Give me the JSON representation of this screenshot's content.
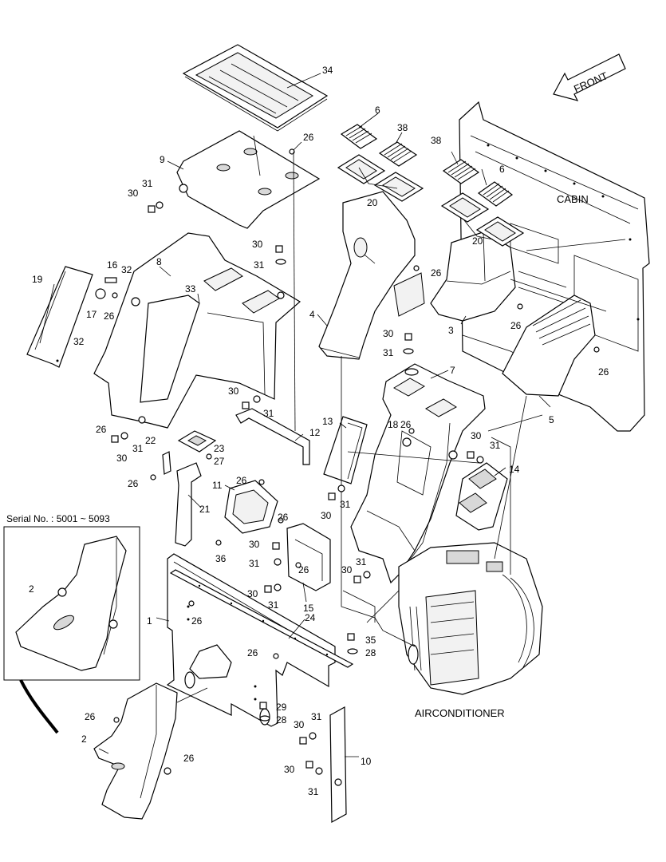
{
  "labels": {
    "front": "FRONT",
    "cabin": "CABIN",
    "airconditioner": "AIRCONDITIONER",
    "serial": "Serial No. : 5001 ~ 5093"
  },
  "callouts": [
    {
      "id": "c34",
      "text": "34"
    },
    {
      "id": "c6a",
      "text": "6"
    },
    {
      "id": "c38a",
      "text": "38"
    },
    {
      "id": "c26a",
      "text": "26"
    },
    {
      "id": "c9",
      "text": "9"
    },
    {
      "id": "c31a",
      "text": "31"
    },
    {
      "id": "c30a",
      "text": "30"
    },
    {
      "id": "c38b",
      "text": "38"
    },
    {
      "id": "c6b",
      "text": "6"
    },
    {
      "id": "c20a",
      "text": "20"
    },
    {
      "id": "c20b",
      "text": "20"
    },
    {
      "id": "c30b",
      "text": "30"
    },
    {
      "id": "c31b",
      "text": "31"
    },
    {
      "id": "c8",
      "text": "8"
    },
    {
      "id": "c16",
      "text": "16"
    },
    {
      "id": "c32a",
      "text": "32"
    },
    {
      "id": "c19",
      "text": "19"
    },
    {
      "id": "c33",
      "text": "33"
    },
    {
      "id": "c17",
      "text": "17"
    },
    {
      "id": "c26b",
      "text": "26"
    },
    {
      "id": "c26c",
      "text": "26"
    },
    {
      "id": "c4",
      "text": "4"
    },
    {
      "id": "c3",
      "text": "3"
    },
    {
      "id": "c26d",
      "text": "26"
    },
    {
      "id": "c30c",
      "text": "30"
    },
    {
      "id": "c31c",
      "text": "31"
    },
    {
      "id": "c26e",
      "text": "26"
    },
    {
      "id": "c32b",
      "text": "32"
    },
    {
      "id": "c7",
      "text": "7"
    },
    {
      "id": "c5",
      "text": "5"
    },
    {
      "id": "c30d",
      "text": "30"
    },
    {
      "id": "c31d",
      "text": "31"
    },
    {
      "id": "c12",
      "text": "12"
    },
    {
      "id": "c13",
      "text": "13"
    },
    {
      "id": "c18",
      "text": "18"
    },
    {
      "id": "c26f",
      "text": "26"
    },
    {
      "id": "c26g",
      "text": "26"
    },
    {
      "id": "c30e",
      "text": "30"
    },
    {
      "id": "c31e",
      "text": "31"
    },
    {
      "id": "c22",
      "text": "22"
    },
    {
      "id": "c23",
      "text": "23"
    },
    {
      "id": "c27",
      "text": "27"
    },
    {
      "id": "c30f",
      "text": "30"
    },
    {
      "id": "c31f",
      "text": "31"
    },
    {
      "id": "c26h",
      "text": "26"
    },
    {
      "id": "c11",
      "text": "11"
    },
    {
      "id": "c26i",
      "text": "26"
    },
    {
      "id": "c21",
      "text": "21"
    },
    {
      "id": "c30g",
      "text": "30"
    },
    {
      "id": "c31g",
      "text": "31"
    },
    {
      "id": "c14",
      "text": "14"
    },
    {
      "id": "c26j",
      "text": "26"
    },
    {
      "id": "c30h",
      "text": "30"
    },
    {
      "id": "c36",
      "text": "36"
    },
    {
      "id": "c31h",
      "text": "31"
    },
    {
      "id": "c26k",
      "text": "26"
    },
    {
      "id": "c30i",
      "text": "30"
    },
    {
      "id": "c31i",
      "text": "31"
    },
    {
      "id": "c30j",
      "text": "30"
    },
    {
      "id": "c31j",
      "text": "31"
    },
    {
      "id": "c15",
      "text": "15"
    },
    {
      "id": "c2a",
      "text": "2"
    },
    {
      "id": "c1",
      "text": "1"
    },
    {
      "id": "c26l",
      "text": "26"
    },
    {
      "id": "c24",
      "text": "24"
    },
    {
      "id": "c35",
      "text": "35"
    },
    {
      "id": "c28a",
      "text": "28"
    },
    {
      "id": "c26m",
      "text": "26"
    },
    {
      "id": "c29",
      "text": "29"
    },
    {
      "id": "c28b",
      "text": "28"
    },
    {
      "id": "c26n",
      "text": "26"
    },
    {
      "id": "c30k",
      "text": "30"
    },
    {
      "id": "c31k",
      "text": "31"
    },
    {
      "id": "c2b",
      "text": "2"
    },
    {
      "id": "c26o",
      "text": "26"
    },
    {
      "id": "c10",
      "text": "10"
    },
    {
      "id": "c30l",
      "text": "30"
    },
    {
      "id": "c31l",
      "text": "31"
    }
  ]
}
